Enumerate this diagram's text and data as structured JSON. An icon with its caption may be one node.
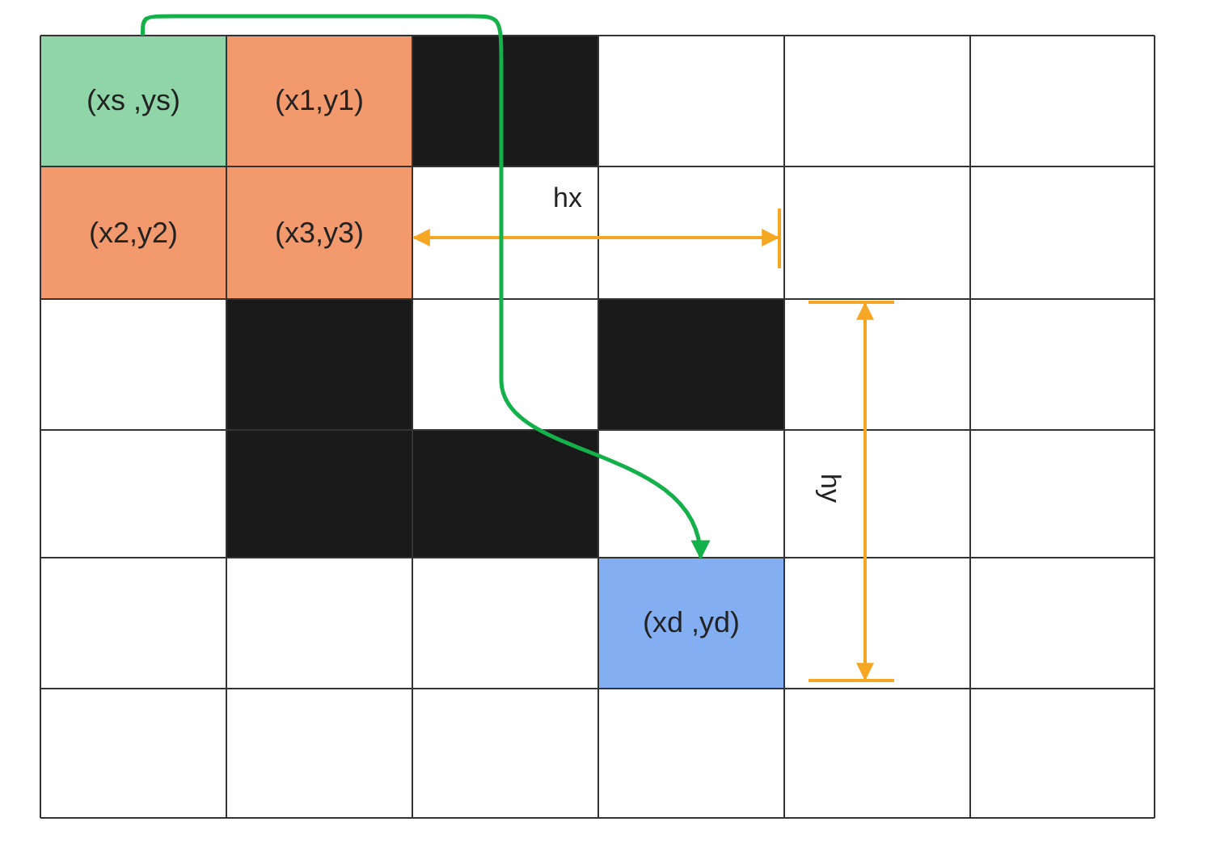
{
  "diagram": {
    "nodes": [
      {
        "text": [
          "(xs ,ys)"
        ]
      },
      {
        "text": [
          "(x1,y1)"
        ]
      },
      {
        "text": [
          "(x2,y2)"
        ]
      },
      {
        "text": [
          "(x3,y3)"
        ]
      },
      {
        "text": [
          "(xd ,yd)"
        ]
      }
    ],
    "edges": [
      {
        "from": 0,
        "to": 4,
        "arrow": "to"
      }
    ],
    "labels": [
      "hx",
      "hy"
    ]
  }
}
